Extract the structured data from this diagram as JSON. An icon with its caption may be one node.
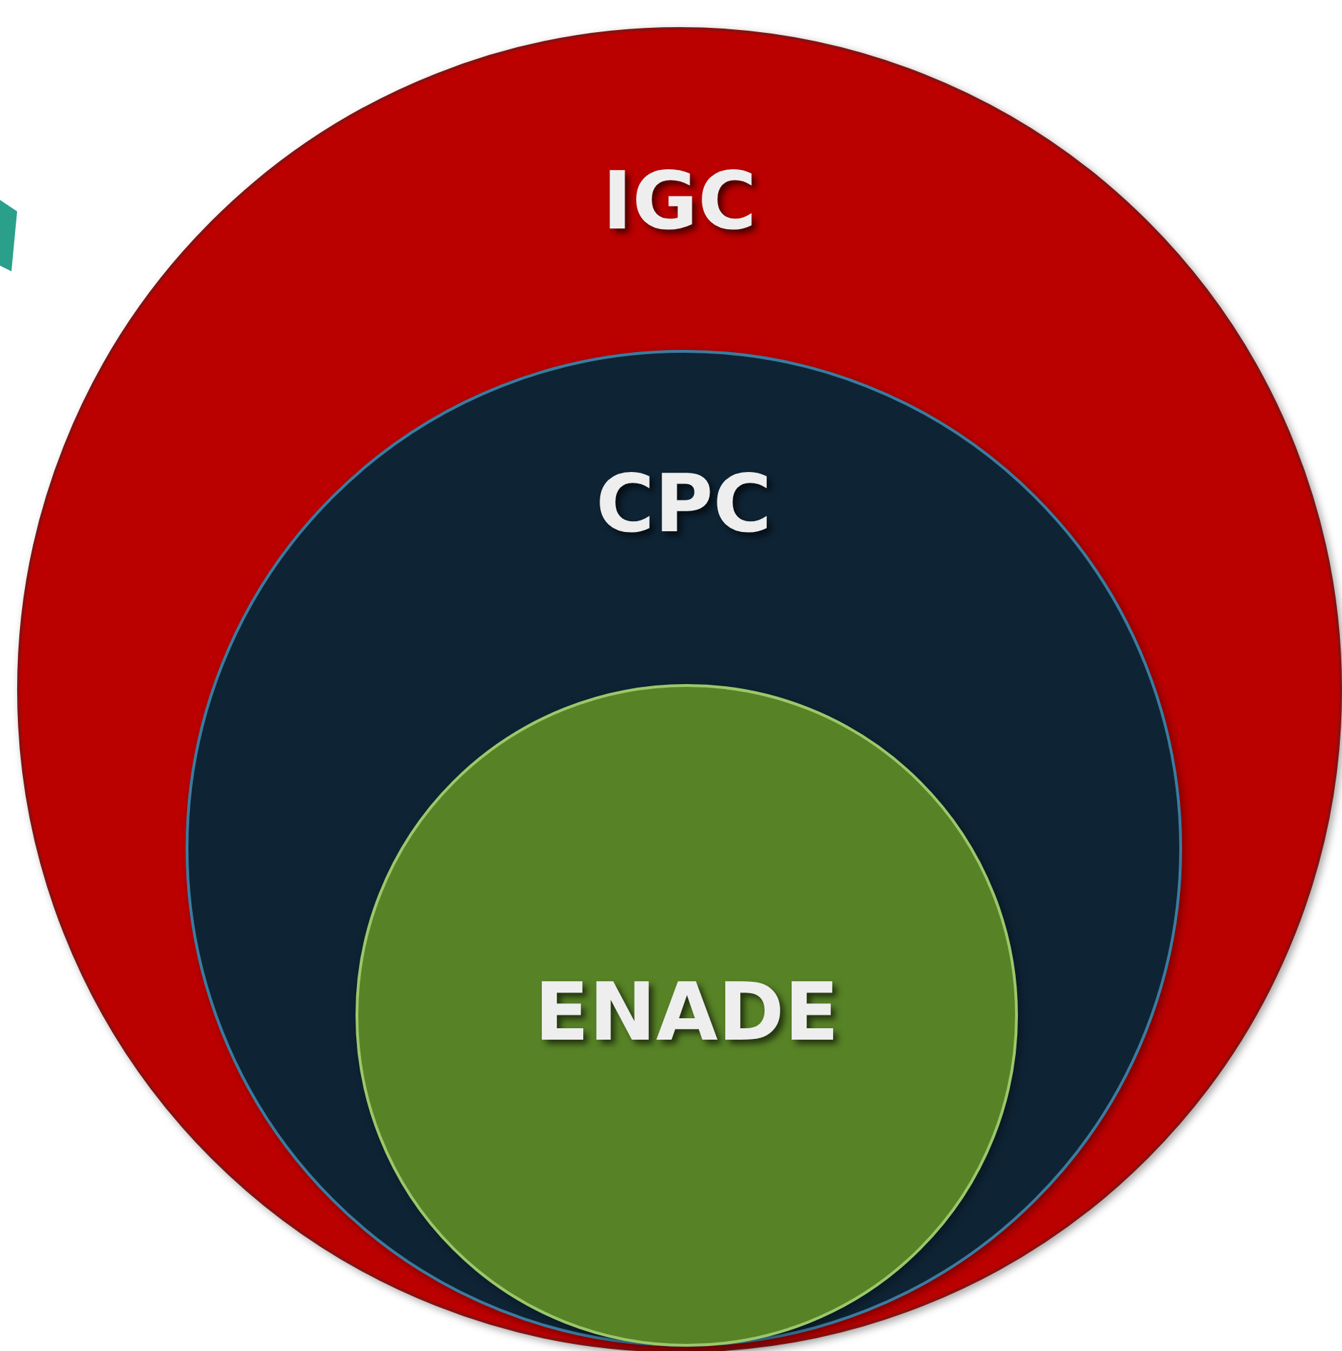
{
  "diagram": {
    "nodes": [
      {
        "text": [
          "IGC"
        ]
      },
      {
        "text": [
          "CPC"
        ],
        "in": 0
      },
      {
        "text": [
          "ENADE"
        ],
        "in": 1
      }
    ]
  }
}
